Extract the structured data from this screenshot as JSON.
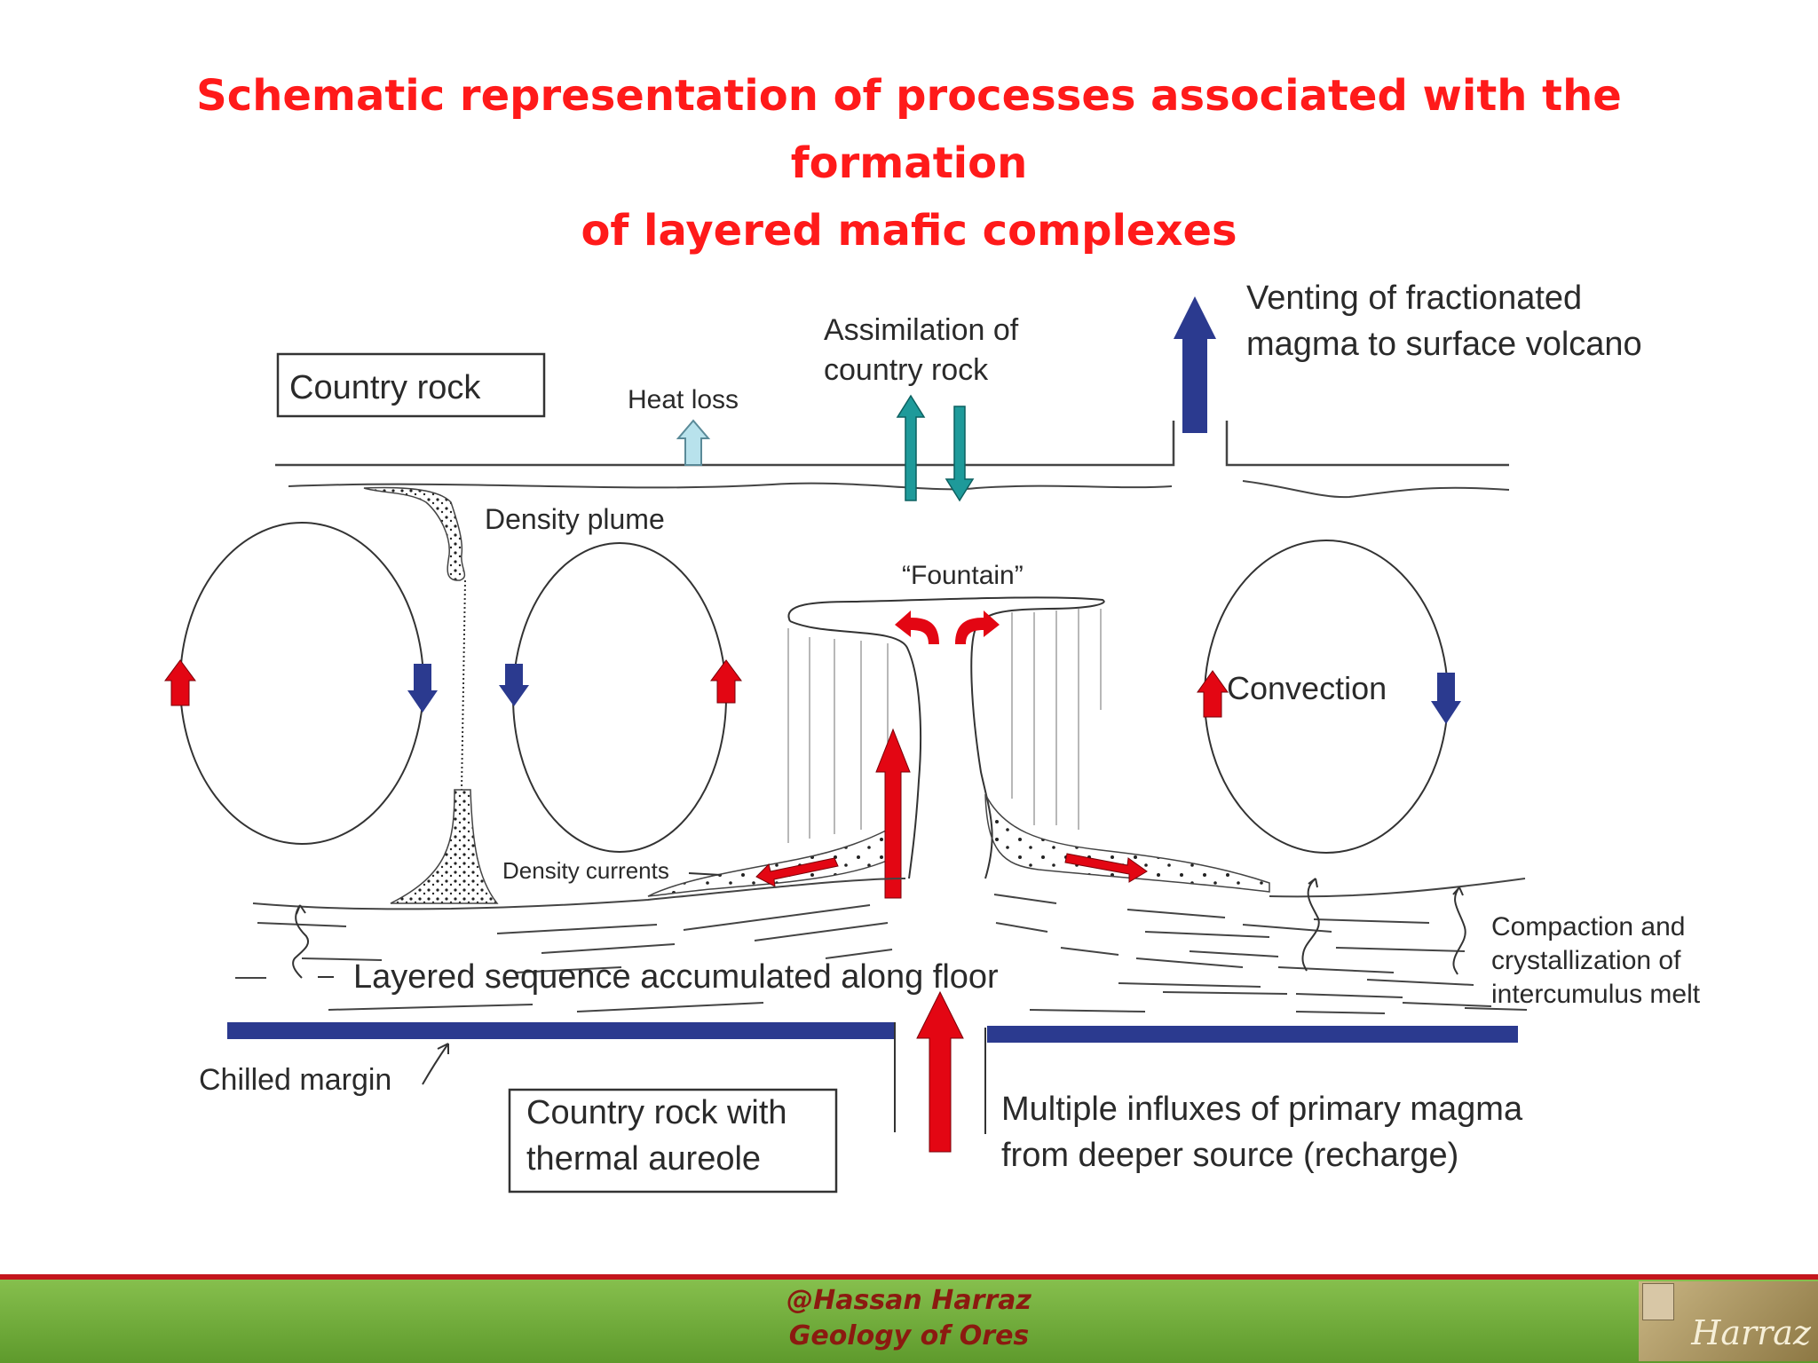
{
  "title": {
    "line1": "Schematic representation of processes associated with the formation",
    "line2": "of layered mafic complexes"
  },
  "labels": {
    "country_rock": "Country rock",
    "heat_loss": "Heat loss",
    "assimilation_line1": "Assimilation of",
    "assimilation_line2": "country rock",
    "venting_line1": "Venting of fractionated",
    "venting_line2": "magma to surface volcano",
    "density_plume": "Density plume",
    "fountain": "“Fountain”",
    "convection": "Convection",
    "density_currents": "Density currents",
    "layered_sequence": "Layered sequence accumulated along floor",
    "compaction_line1": "Compaction and",
    "compaction_line2": "crystallization of",
    "compaction_line3": "intercumulus melt",
    "chilled_margin": "Chilled margin",
    "thermal_aureole_line1": "Country rock with",
    "thermal_aureole_line2": "thermal aureole",
    "influx_line1": "Multiple influxes of primary magma",
    "influx_line2": "from deeper source (recharge)"
  },
  "colors": {
    "title": "#ff1a1a",
    "warm_arrow": "#e30613",
    "cool_arrow": "#2b3a8f",
    "assimilation_arrow": "#1e9a9a",
    "heat_arrow": "#b8e2ec",
    "footer_green": "#6fae39",
    "footer_text": "#8b1a10"
  },
  "footer": {
    "line1": "@Hassan Harraz",
    "line2": "Geology of Ores",
    "logo_script": "Harraz"
  }
}
